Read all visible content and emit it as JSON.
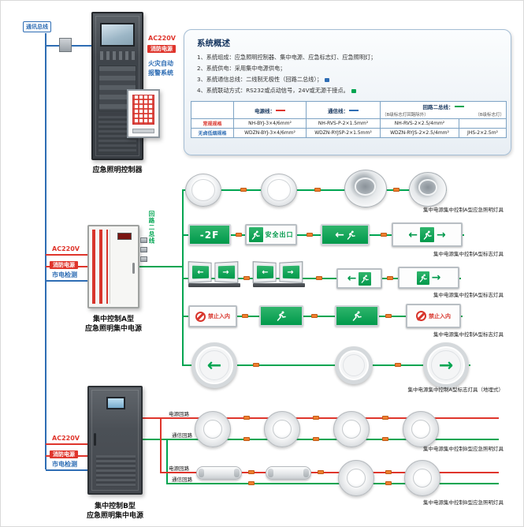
{
  "buses": {
    "comm_label": "通讯总线",
    "loop_vertical_label": "回路二总线"
  },
  "loops": {
    "power": "电源回路",
    "comm": "通信回路"
  },
  "icons": {
    "arrow_left": "←",
    "arrow_right": "→"
  },
  "cabinets": {
    "controller": {
      "label": "应急照明控制器",
      "side_labels": [
        "AC220V",
        "消防电源",
        "火灾自动",
        "报警系统"
      ]
    },
    "power_a": {
      "label_line1": "集中控制A型",
      "label_line2": "应急照明集中电源",
      "side_labels": [
        "AC220V",
        "消防电源",
        "市电检测"
      ]
    },
    "power_b": {
      "label_line1": "集中控制B型",
      "label_line2": "应急照明集中电源",
      "side_labels": [
        "AC220V",
        "消防电源",
        "市电检测"
      ]
    }
  },
  "overview": {
    "title": "系统概述",
    "items": [
      "1、系统组成：应急照明控制器、集中电源、应急标志灯、应急照明灯；",
      "2、系统供电：采用集中电源供电；",
      "3、系统通信总线：二线制无极性（回路二总线）；",
      "4、系统联动方式：RS232或点动信号，24V或无源干接点。"
    ],
    "table": {
      "power_header": "电源线：",
      "comm_header": "通信线：",
      "loop_header": "回路二总线：",
      "loop_note1": "（B级标志灯回路除外）",
      "loop_note2": "（B级标志灯）",
      "rows": [
        {
          "spec": "常规规格",
          "power": "NH-BYJ-3×4/6mm²",
          "comm": "NH-RVS-P-2×1.5mm²",
          "loop1": "NH-RVS-2×2.5/4mm²",
          "loop2": ""
        },
        {
          "spec": "无卤低烟规格",
          "power": "WDZN-BYJ-3×4/6mm²",
          "comm": "WDZN-RYJSP-2×1.5mm²",
          "loop1": "WDZN-RYJS-2×2.5/4mm²",
          "loop2": "JHS-2×2.5m²"
        }
      ]
    }
  },
  "signs": {
    "floor_text": "-2F",
    "exit_text": "安全出口",
    "no_entry_text": "禁止入内"
  },
  "fixture_rows": [
    {
      "label": "集中电源集中控制A型应急照明灯具"
    },
    {
      "label": "集中电源集中控制A型标志灯具"
    },
    {
      "label": "集中电源集中控制A型标志灯具"
    },
    {
      "label": "集中电源集中控制A型标志灯具"
    },
    {
      "label": "集中电源集中控制A型标志灯具（地埋式）"
    },
    {
      "label": "集中电源集中控制B型应急照明灯具"
    },
    {
      "label": "集中电源集中控制B型应急照明灯具"
    }
  ]
}
